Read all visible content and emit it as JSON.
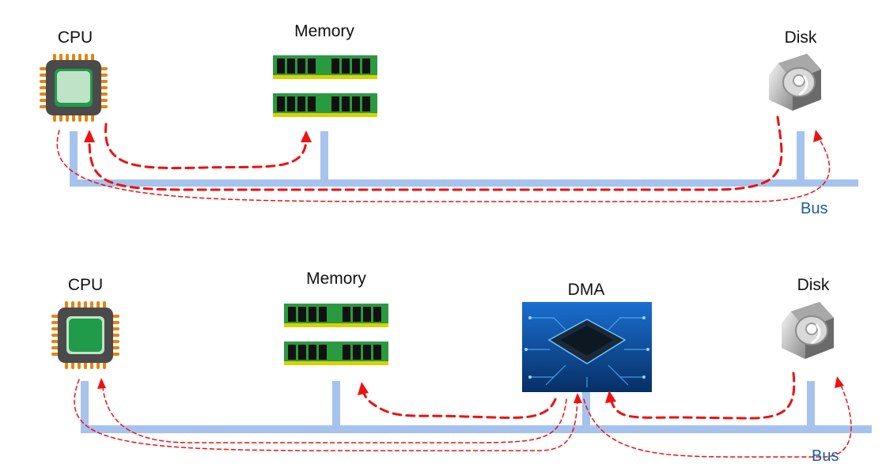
{
  "colors": {
    "bus": "#a6c3ee",
    "arrow": "#ee1111",
    "bus_label": "#1d5c9a",
    "cpu_pin": "#e5840c",
    "cpu_body": "#4a4a4a",
    "cpu_die": "#bfe3c6",
    "cpu_die_bottom": "#1f9b4a",
    "ram_board": "#2a9a40",
    "ram_chip": "#111111",
    "ram_contacts": "#d8d200",
    "dma_bg": "#0d4fa0"
  },
  "top_diagram": {
    "cpu_label": "CPU",
    "memory_label": "Memory",
    "disk_label": "Disk",
    "bus_label": "Bus",
    "icons": [
      "cpu-chip-icon",
      "memory-module-icon",
      "hard-disk-icon"
    ]
  },
  "bottom_diagram": {
    "cpu_label": "CPU",
    "memory_label": "Memory",
    "dma_label": "DMA",
    "disk_label": "Disk",
    "bus_label": "Bus",
    "icons": [
      "cpu-chip-icon",
      "memory-module-icon",
      "dma-chip-icon",
      "hard-disk-icon"
    ]
  }
}
